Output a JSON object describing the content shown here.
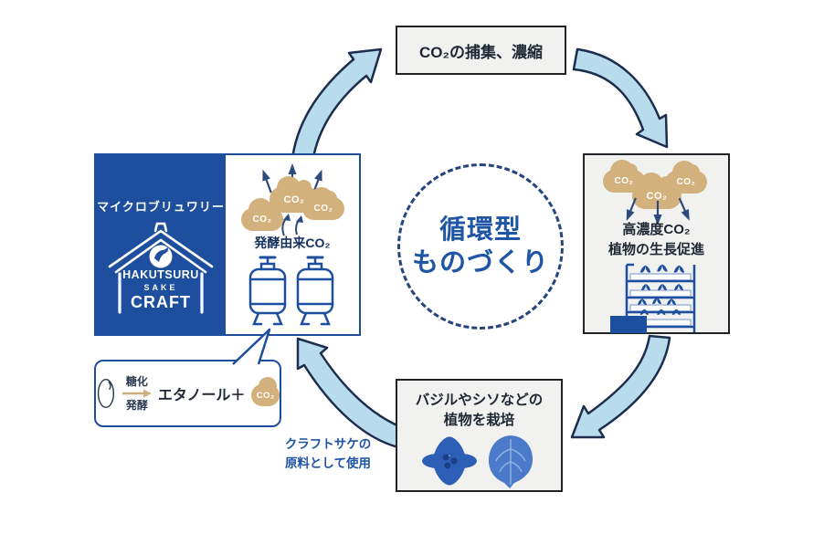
{
  "colors": {
    "brand_blue": "#1d4f9e",
    "navy_text": "#16305e",
    "dark_text": "#1f2733",
    "cloud_tan": "#d2b17c",
    "cycle_arrow_fill": "#b8dcec",
    "cycle_arrow_stroke": "#1d2d4d",
    "box_bg": "#f1f1ef",
    "box_border": "#222326",
    "accent_blue_text": "#1e55a4"
  },
  "center_circle": {
    "line1": "循環型",
    "line2": "ものづくり"
  },
  "top_box": {
    "label": "CO₂の捕集、濃縮"
  },
  "right_box": {
    "line1": "高濃度CO₂",
    "line2": "植物の生長促進",
    "clouds": [
      "CO₂",
      "CO₂",
      "CO₂"
    ]
  },
  "bottom_box": {
    "line1": "バジルやシソなどの",
    "line2": "植物を栽培"
  },
  "left_box": {
    "brewery_label": "マイクロブリュワリー",
    "logo": {
      "line1": "HAKUTSURU",
      "line2": "SAKE",
      "line3": "CRAFT"
    },
    "fermentation_label": "発酵由来CO₂",
    "clouds": [
      "CO₂",
      "CO₂",
      "CO₂"
    ]
  },
  "process_bubble": {
    "step_top": "糖化",
    "step_bottom": "発酵",
    "result": "エタノール＋",
    "cloud": "CO₂"
  },
  "caption": {
    "line1": "クラフトサケの",
    "line2": "原料として使用"
  }
}
